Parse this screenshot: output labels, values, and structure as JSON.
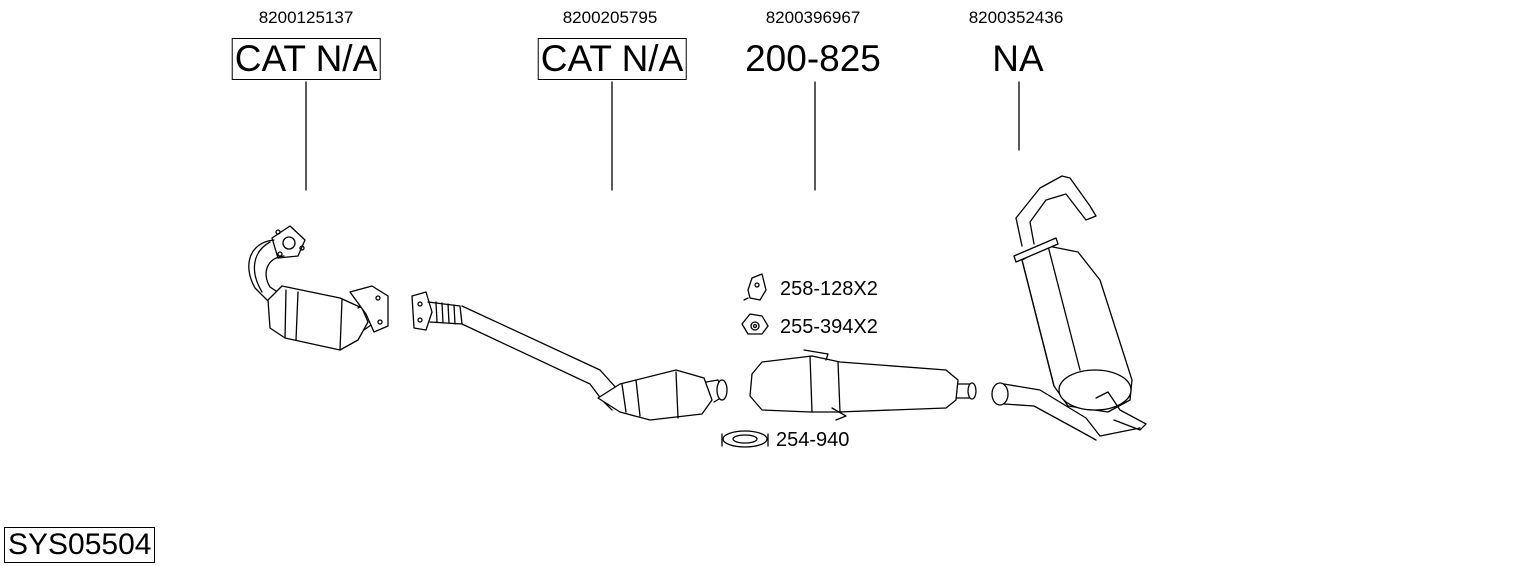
{
  "parts": [
    {
      "oem": "8200125137",
      "ref": "CAT N/A",
      "boxed": true
    },
    {
      "oem": "8200205795",
      "ref": "CAT N/A",
      "boxed": true
    },
    {
      "oem": "8200396967",
      "ref": "200-825",
      "boxed": false
    },
    {
      "oem": "8200352436",
      "ref": "NA",
      "boxed": false
    }
  ],
  "accessories": [
    {
      "code": "258-128X2",
      "icon": "rubber-hanger-icon"
    },
    {
      "code": "255-394X2",
      "icon": "mounting-rubber-icon"
    },
    {
      "code": "254-940",
      "icon": "clamp-icon"
    }
  ],
  "system_code": "SYS05504"
}
